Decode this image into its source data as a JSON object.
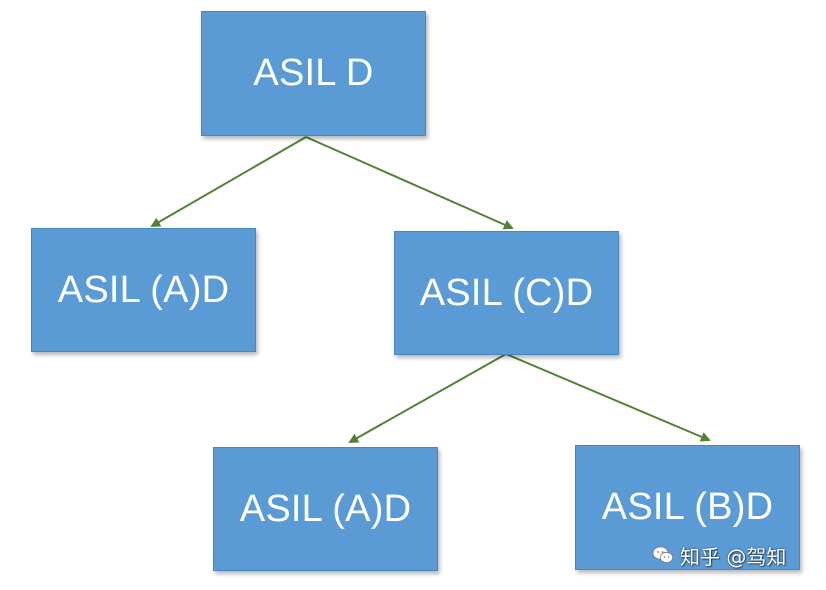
{
  "diagram": {
    "nodes": {
      "root": {
        "label": "ASIL D"
      },
      "left": {
        "label": "ASIL (A)D"
      },
      "right": {
        "label": "ASIL (C)D"
      },
      "bottom_left": {
        "label": "ASIL (A)D"
      },
      "bottom_right": {
        "label": "ASIL (B)D"
      }
    },
    "colors": {
      "node_fill": "#5b9bd5",
      "node_text": "#ffffff",
      "connector": "#548235"
    }
  },
  "watermark": {
    "icon": "wechat-icon",
    "text": "知乎 @驾知"
  }
}
